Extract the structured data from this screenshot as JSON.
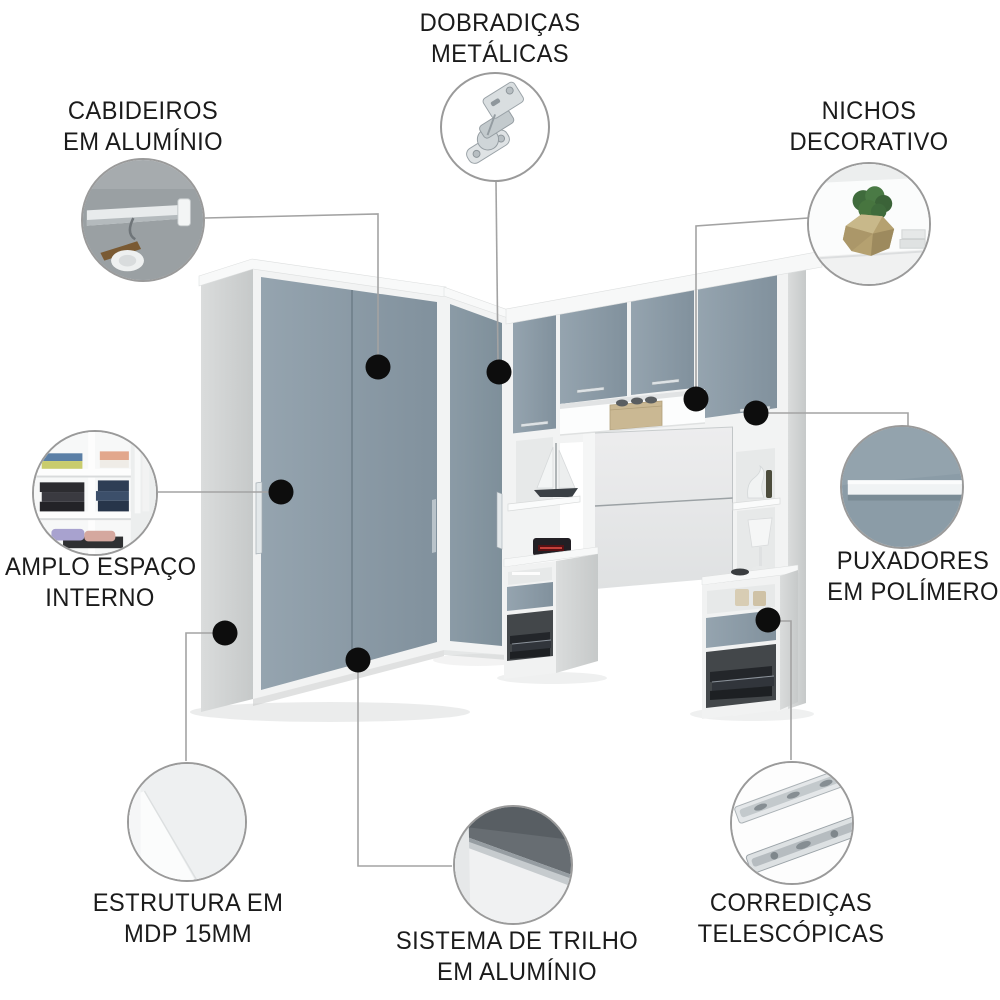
{
  "page": {
    "background_color": "#ffffff"
  },
  "colors": {
    "door_blue": "#8d9da8",
    "furniture_white": "#f3f4f4",
    "side_gray": "#d0d3d3",
    "label_text": "#1b1b1b",
    "connector_line": "#a3a3a3",
    "callout_dot": "#0d0d0d",
    "circle_border": "#9a9a9a",
    "vase_gold": "#b5a170",
    "plant_green": "#436f40",
    "decor_box_tan": "#cab893"
  },
  "callouts": {
    "dobradicas": {
      "line1": "DOBRADIÇAS",
      "line2": "METÁLICAS",
      "icon": "hinge-icon"
    },
    "cabideiros": {
      "line1": "CABIDEIROS",
      "line2": "EM ALUMÍNIO",
      "icon": "hanging-rod-icon"
    },
    "nichos": {
      "line1": "NICHOS",
      "line2": "DECORATIVO",
      "icon": "decorative-niche-icon"
    },
    "amplo": {
      "line1": "AMPLO ESPAÇO",
      "line2": "INTERNO",
      "icon": "internal-shelves-icon"
    },
    "puxadores": {
      "line1": "PUXADORES",
      "line2": "EM POLÍMERO",
      "icon": "door-handle-icon"
    },
    "estrutura": {
      "line1": "ESTRUTURA EM",
      "line2": "MDP 15MM",
      "icon": "mdp-panel-icon"
    },
    "trilho": {
      "line1": "SISTEMA DE TRILHO",
      "line2": "EM ALUMÍNIO",
      "icon": "aluminum-rail-icon"
    },
    "corredicas": {
      "line1": "CORREDIÇAS",
      "line2": "TELESCÓPICAS",
      "icon": "telescopic-slide-icon"
    }
  }
}
